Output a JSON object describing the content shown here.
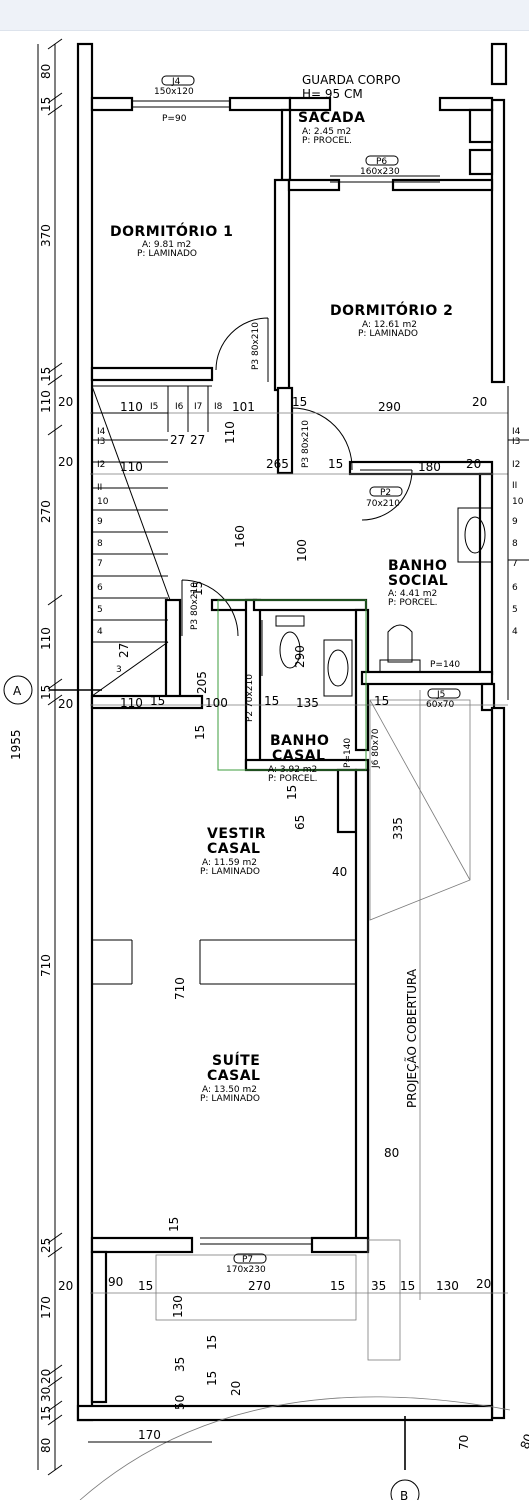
{
  "rooms": {
    "dorm1": {
      "name": "DORMITÓRIO 1",
      "area": "A: 9.81 m2",
      "floor": "P: LAMINADO"
    },
    "dorm2": {
      "name": "DORMITÓRIO 2",
      "area": "A: 12.61 m2",
      "floor": "P: LAMINADO"
    },
    "sacada": {
      "name": "SACADA",
      "area": "A: 2.45 m2",
      "floor": "P: PROCEL."
    },
    "banho_social": {
      "name1": "BANHO",
      "name2": "SOCIAL",
      "area": "A: 4.41 m2",
      "floor": "P: PORCEL."
    },
    "banho_casal": {
      "name1": "BANHO",
      "name2": "CASAL",
      "area": "A: 3.92 m2",
      "floor": "P: PORCEL."
    },
    "vestir": {
      "name1": "VESTIR",
      "name2": "CASAL",
      "area": "A: 11.59 m2",
      "floor": "P: LAMINADO"
    },
    "suite": {
      "name1": "SUÍTE",
      "name2": "CASAL",
      "area": "A: 13.50 m2",
      "floor": "P: LAMINADO"
    }
  },
  "notes": {
    "guarda1": "GUARDA CORPO",
    "guarda2": "H= 95 CM",
    "projecao": "PROJEÇÃO COBERTURA",
    "section_a": "A",
    "section_b": "B"
  },
  "openings": {
    "j4": {
      "tag": "J4",
      "size": "150x120"
    },
    "p90": "P=90",
    "p6": {
      "tag": "P6",
      "size": "160x230"
    },
    "p3a": "P3 80x210",
    "p3b": "P3 80x210",
    "p3c": "P3 80x210",
    "p2a": {
      "tag": "P2",
      "size": "70x210"
    },
    "p2b": "P2 70x210",
    "j5": {
      "tag": "J5",
      "size": "60x70"
    },
    "j6": "J6 80x70",
    "p140a": "P=140",
    "p140b": "P=140",
    "p7": {
      "tag": "P7",
      "size": "170x230"
    }
  },
  "dims_left": [
    "80",
    "15",
    "370",
    "15",
    "110",
    "270",
    "110",
    "15",
    "710",
    "25",
    "170",
    "20",
    "30",
    "15",
    "80"
  ],
  "dim_total": "1955",
  "dims": {
    "d20a": "20",
    "d110a": "110",
    "d15a": "I5",
    "d16": "I6",
    "d17": "I7",
    "d18": "I8",
    "d101": "101",
    "d15b": "15",
    "d290a": "290",
    "d20b": "20",
    "d110v": "110",
    "d27a": "27",
    "d27b": "27",
    "d20c": "20",
    "d110b": "110",
    "d160": "160",
    "d265": "265",
    "d15c": "15",
    "d180": "180",
    "d20d": "20",
    "d100v": "100",
    "d15v": "15",
    "d27c": "27",
    "d205": "205",
    "d290v": "290",
    "d20e": "20",
    "d110c": "110",
    "d15d": "15",
    "d100": "100",
    "d15e": "15",
    "d135": "135",
    "d15f": "15",
    "d15g": "15",
    "d15h": "15",
    "d65": "65",
    "d40": "40",
    "d335": "335",
    "d710v": "710",
    "d80": "80",
    "d15i": "15",
    "d20f": "20",
    "d90": "90",
    "d15j": "15",
    "d130v": "130",
    "d270": "270",
    "d15k": "15",
    "d35": "35",
    "d15l": "15",
    "d130": "130",
    "d20g": "20",
    "d15m": "15",
    "d35v": "35",
    "d15n": "15",
    "d50": "50",
    "d20v": "20",
    "d170": "170",
    "d70": "70",
    "d80b": "80"
  },
  "stairs": {
    "left": [
      "I4",
      "I3",
      "I2",
      "II",
      "10",
      "9",
      "8",
      "7",
      "6",
      "5",
      "4",
      "3"
    ],
    "right": [
      "I4",
      "I3",
      "I2",
      "II",
      "10",
      "9",
      "8",
      "7",
      "6",
      "5",
      "4"
    ]
  }
}
